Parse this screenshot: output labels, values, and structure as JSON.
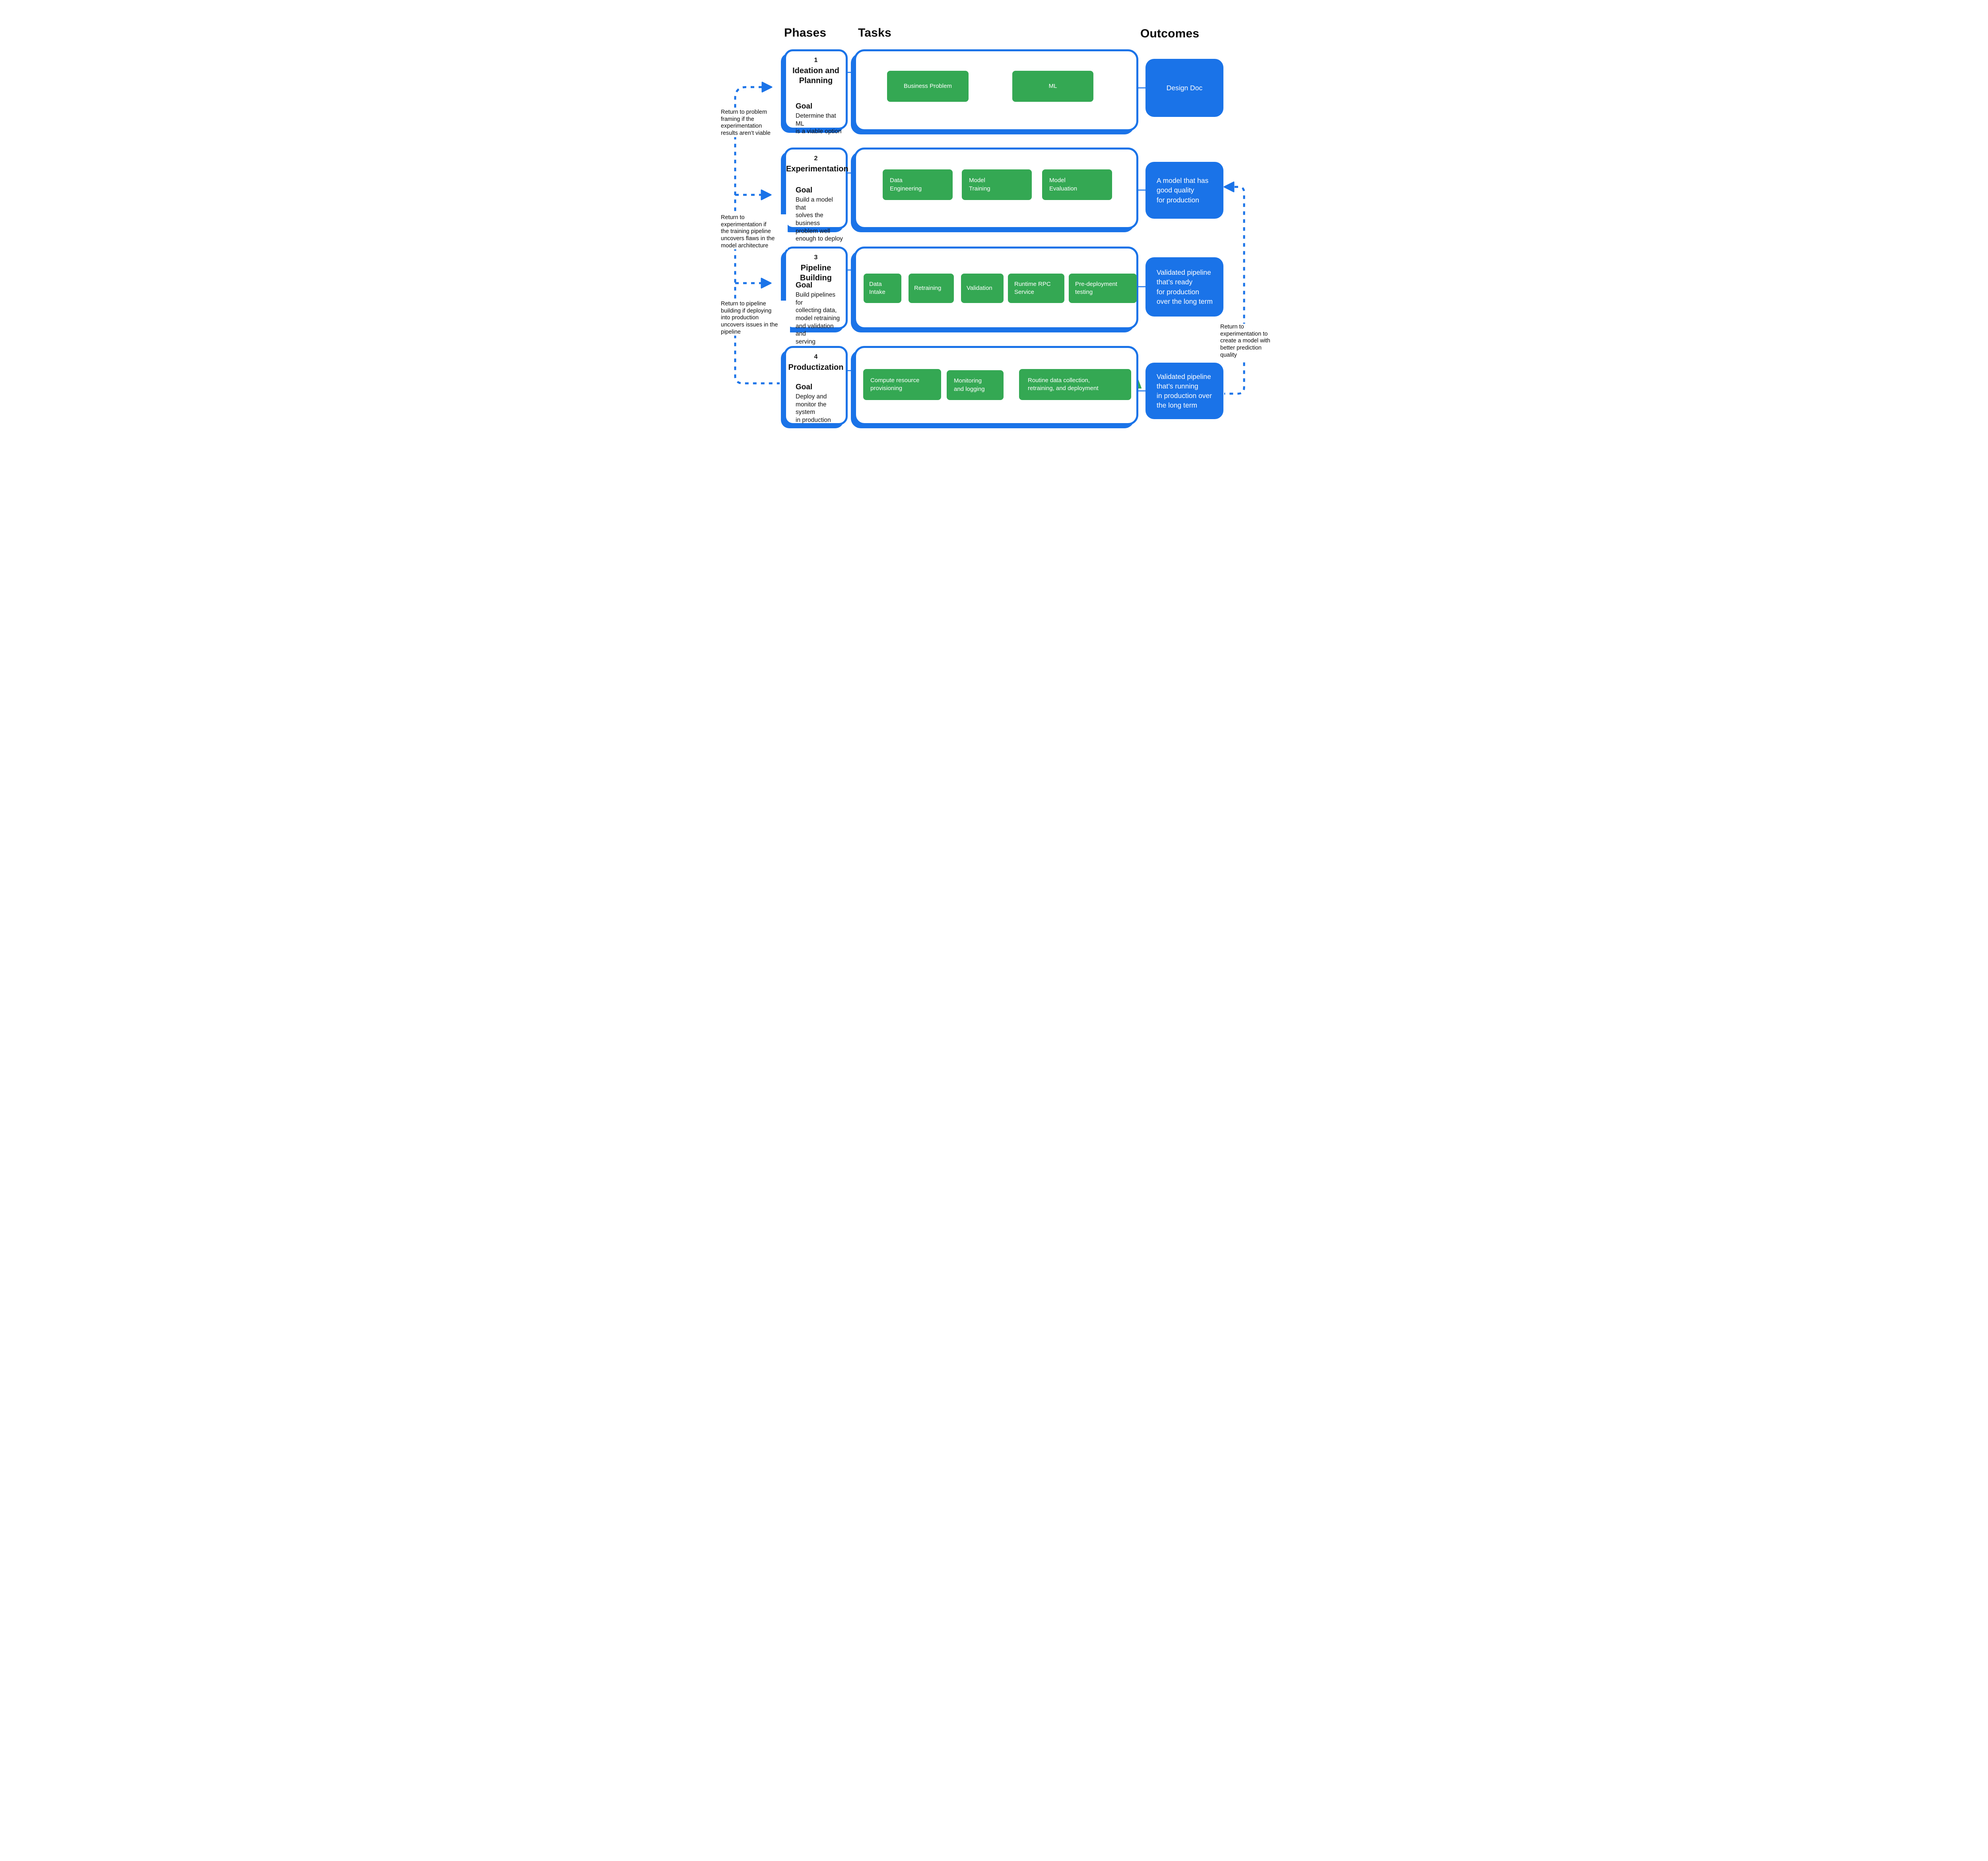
{
  "colors": {
    "accent_blue": "#1a73e8",
    "task_green": "#34a853",
    "text_black": "#0b0b0b",
    "box_text_white": "#ffffff"
  },
  "headers": {
    "phases": "Phases",
    "tasks": "Tasks",
    "outcomes": "Outcomes"
  },
  "rows": [
    {
      "phase": {
        "number": "1",
        "title": "Ideation and\nPlanning",
        "goal_label": "Goal",
        "goal_text": "Determine that ML\nis a viable option"
      },
      "tasks": [
        "Business Problem",
        "ML"
      ],
      "outcome": "Design Doc"
    },
    {
      "phase": {
        "number": "2",
        "title": "Experimentation",
        "goal_label": "Goal",
        "goal_text": "Build a model that\nsolves the business\nproblem well\nenough to deploy"
      },
      "tasks": [
        "Data\nEngineering",
        "Model\nTraining",
        "Model\nEvaluation"
      ],
      "outcome": "A model that has\ngood quality\nfor production"
    },
    {
      "phase": {
        "number": "3",
        "title": "Pipeline Building",
        "goal_label": "Goal",
        "goal_text": "Build pipelines for\ncollecting data,\nmodel retraining\nand validation and\nserving"
      },
      "tasks": [
        "Data\nIntake",
        "Retraining",
        "Validation",
        "Runtime RPC\nService",
        "Pre-deployment\ntesting"
      ],
      "outcome": "Validated pipeline\nthat’s ready\nfor production\nover the long term"
    },
    {
      "phase": {
        "number": "4",
        "title": "Productization",
        "goal_label": "Goal",
        "goal_text": "Deploy and\nmonitor the system\nin production"
      },
      "tasks": [
        "Compute resource\nprovisioning",
        "Monitoring\nand logging",
        "Routine data collection,\nretraining, and deployment"
      ],
      "outcome": "Validated pipeline\nthat’s running\nin production over\nthe long term"
    }
  ],
  "annotations": {
    "left": [
      "Return to problem\nframing if the\nexperimentation\nresults aren’t viable",
      "Return to\nexperimentation if\nthe training pipeline\nuncovers flaws in the\nmodel architecture",
      "Return to pipeline\nbuilding if deploying\ninto production\nuncovers issues in the\npipeline"
    ],
    "right": "Return to\nexperimentation to\ncreate a model with\nbetter prediction\nquality"
  }
}
